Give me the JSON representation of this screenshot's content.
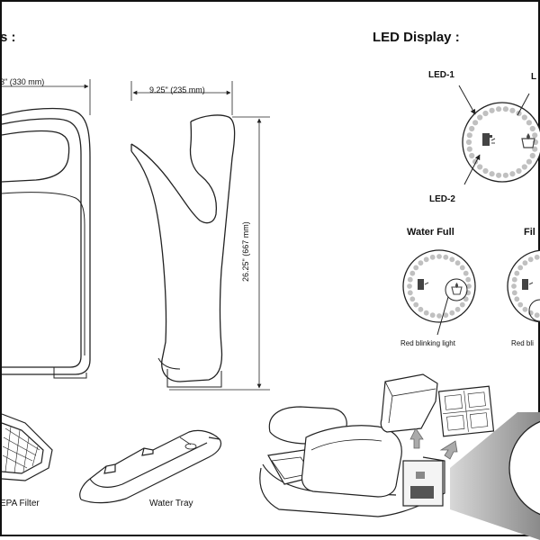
{
  "headings": {
    "dimensions_partial": "s :",
    "led_display": "LED Display :"
  },
  "dimensions": {
    "width_partial": "3\" (330 mm)",
    "depth": "9.25\" (235 mm)",
    "height": "26.25\" (667 mm)"
  },
  "led": {
    "led1": "LED-1",
    "led2": "LED-2",
    "led_partial": "L"
  },
  "states": {
    "water_full": "Water Full",
    "filter_partial": "Fil"
  },
  "notes": {
    "red_blinking": "Red blinking light",
    "red_blinking_partial": "Red bli"
  },
  "parts": {
    "hepa_filter_partial": "EPA Filter",
    "water_tray": "Water Tray"
  },
  "colors": {
    "line": "#222222",
    "border": "#111111",
    "led_dot": "#c0c0c0",
    "shade": "#bdbdbd"
  },
  "icons": [
    "hand-dryer-icon",
    "water-drop-icon"
  ]
}
